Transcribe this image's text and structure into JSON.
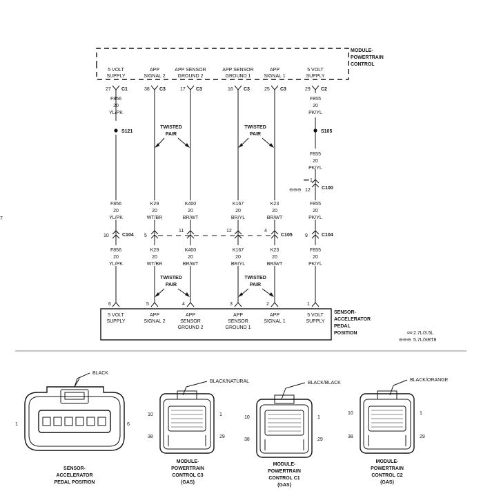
{
  "module": {
    "line1": "MODULE-",
    "line2": "POWERTRAIN",
    "line3": "CONTROL"
  },
  "sensor": {
    "line1": "SENSOR-",
    "line2": "ACCELERATOR",
    "line3": "PEDAL",
    "line4": "POSITION"
  },
  "twisted": {
    "line1": "TWISTED",
    "line2": "PAIR"
  },
  "circuits": [
    {
      "top": [
        "5 VOLT",
        "SUPPLY"
      ],
      "pin": "27",
      "conn": "C1",
      "w1": [
        "F856",
        "20",
        "YL/PK"
      ],
      "w2": [
        "F856",
        "20",
        "YL/PK"
      ],
      "w3": [
        "F856",
        "20",
        "YL/PK"
      ],
      "c104pin": "10",
      "spin": "6",
      "bottom": [
        "5 VOLT",
        "SUPPLY",
        ""
      ]
    },
    {
      "top": [
        "APP",
        "SIGNAL 2"
      ],
      "pin": "38",
      "conn": "C3",
      "w2": [
        "K29",
        "20",
        "WT/BR"
      ],
      "w3": [
        "K29",
        "20",
        "WT/BR"
      ],
      "c104pin": "5",
      "spin": "5",
      "bottom": [
        "APP",
        "SIGNAL 2",
        ""
      ]
    },
    {
      "top": [
        "APP SENSOR",
        "GROUND 2"
      ],
      "pin": "17",
      "conn": "C3",
      "w2": [
        "K400",
        "20",
        "BR/WT"
      ],
      "w3": [
        "K400",
        "20",
        "BR/WT"
      ],
      "c104pin": "11",
      "spin": "4",
      "bottom": [
        "APP",
        "SENSOR",
        "GROUND 2"
      ]
    },
    {
      "top": [
        "APP SENSOR",
        "GROUND 1"
      ],
      "pin": "16",
      "conn": "C3",
      "w2": [
        "K167",
        "20",
        "BR/YL"
      ],
      "w3": [
        "K167",
        "20",
        "BR/YL"
      ],
      "c104pin": "12",
      "spin": "3",
      "bottom": [
        "APP",
        "SENSOR",
        "GROUND 1"
      ]
    },
    {
      "top": [
        "APP",
        "SIGNAL 1"
      ],
      "pin": "25",
      "conn": "C3",
      "w2": [
        "K23",
        "20",
        "BR/WT"
      ],
      "w3": [
        "K23",
        "20",
        "BR/WT"
      ],
      "c104pin": "4",
      "spin": "2",
      "bottom": [
        "APP",
        "SIGNAL 1",
        ""
      ]
    },
    {
      "top": [
        "5 VOLT",
        "SUPPLY"
      ],
      "pin": "29",
      "conn": "C2",
      "w1": [
        "F855",
        "20",
        "PK/YL"
      ],
      "w1b": [
        "F855",
        "20",
        "PK/YL"
      ],
      "w2": [
        "F855",
        "20",
        "PK/YL"
      ],
      "w3": [
        "F855",
        "20",
        "PK/YL"
      ],
      "c104pin": "9",
      "spin": "1",
      "bottom": [
        "5 VOLT",
        "SUPPLY",
        ""
      ]
    }
  ],
  "splices": {
    "s121": "S121",
    "s105": "S105"
  },
  "connectors": {
    "c104": "C104",
    "c105": "C105",
    "c100": "C100",
    "c100pin_a": "1",
    "c100pin_b": "12",
    "c100mark1": "¤¤",
    "c100mark2": "⊖⊖⊖"
  },
  "legend": {
    "l1sym": "¤¤",
    "l1": "2.7L/3.5L",
    "l2sym": "⊖⊖⊖",
    "l2": "5.7L/SRT8"
  },
  "edge_mark": "7",
  "bottom_connectors": [
    {
      "tag": "BLACK",
      "pinLeft": "1",
      "pinRight": "6",
      "name": [
        "SENSOR-",
        "ACCELERATOR",
        "PEDAL POSITION"
      ]
    },
    {
      "tag": "BLACK/NATURAL",
      "pinTL": "10",
      "pinTR": "1",
      "pinBL": "38",
      "pinBR": "29",
      "name": [
        "MODULE-",
        "POWERTRAIN",
        "CONTROL C3",
        "(GAS)"
      ]
    },
    {
      "tag": "BLACK/BLACK",
      "pinTL": "10",
      "pinTR": "1",
      "pinBL": "38",
      "pinBR": "29",
      "name": [
        "MODULE-",
        "POWERTRAIN",
        "CONTROL C1",
        "(GAS)"
      ]
    },
    {
      "tag": "BLACK/ORANGE",
      "pinTL": "10",
      "pinTR": "1",
      "pinBL": "38",
      "pinBR": "29",
      "name": [
        "MODULE-",
        "POWERTRAIN",
        "CONTROL C2",
        "(GAS)"
      ]
    }
  ]
}
